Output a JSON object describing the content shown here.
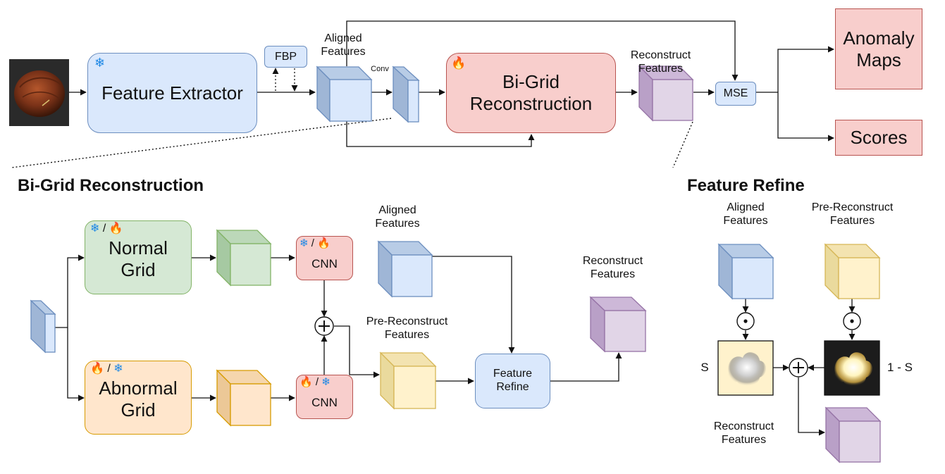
{
  "top": {
    "feature_extractor": "Feature Extractor",
    "fbp": "FBP",
    "aligned_features": [
      "Aligned",
      "Features"
    ],
    "conv": "Conv",
    "bigrid": [
      "Bi-Grid",
      "Reconstruction"
    ],
    "reconstruct_features": [
      "Reconstruct",
      "Features"
    ],
    "mse": "MSE",
    "anomaly_maps": [
      "Anomaly",
      "Maps"
    ],
    "scores": "Scores"
  },
  "bigrid_panel": {
    "title": "Bi-Grid Reconstruction",
    "normal_grid": [
      "Normal",
      "Grid"
    ],
    "abnormal_grid": [
      "Abnormal",
      "Grid"
    ],
    "cnn_top": "CNN",
    "cnn_bottom": "CNN",
    "aligned_features": [
      "Aligned",
      "Features"
    ],
    "pre_reconstruct_features": [
      "Pre-Reconstruct",
      "Features"
    ],
    "feature_refine": [
      "Feature",
      "Refine"
    ],
    "reconstruct_features": [
      "Reconstruct",
      "Features"
    ]
  },
  "refine_panel": {
    "title": "Feature Refine",
    "aligned_features": [
      "Aligned",
      "Features"
    ],
    "pre_reconstruct_features": [
      "Pre-Reconstruct",
      "Features"
    ],
    "s_label": "S",
    "one_minus_s_label": "1 - S",
    "reconstruct_features": [
      "Reconstruct",
      "Features"
    ]
  },
  "icons": {
    "frozen": "snowflake-icon",
    "trainable": "flame-icon",
    "frozen_color": "#1e88e5",
    "trainable_color": "#f57c00"
  },
  "colors": {
    "blue_fill": "#dae8fc",
    "red_fill": "#f8cecc",
    "green_fill": "#d5e8d4",
    "orange_fill": "#ffe6cc",
    "yellow_fill": "#fff2cc",
    "purple_fill": "#e1d5e7"
  }
}
